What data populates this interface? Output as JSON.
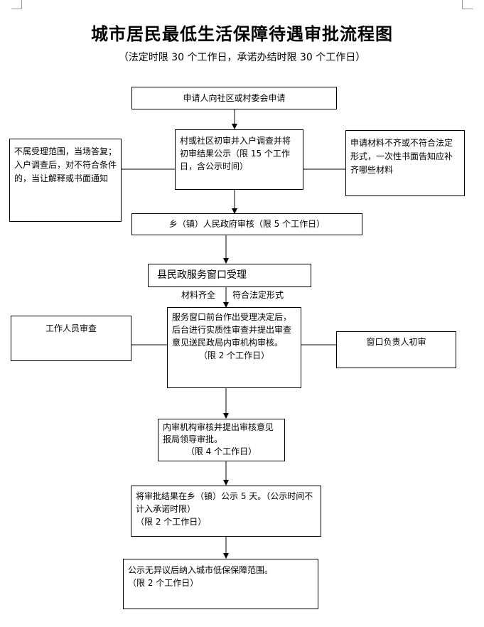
{
  "title": "城市居民最低生活保障待遇审批流程图",
  "subtitle": "（法定时限 30 个工作日，承诺办结时限 30 个工作日）",
  "steps": {
    "apply": "申请人向社区或村委会申请",
    "review": "村或社区初审并入户调查并将初审结果公示（限 15 个工作日，含公示时间）",
    "township": "乡（镇）人民政府审核（限 5 个工作日）",
    "window": "县民政服务窗口受理",
    "backoffice_main": "服务窗口前台作出受理决定后，后台进行实质性审查并提出审查意见送民政局内审机构审核。",
    "backoffice_limit": "（限 2 个工作日）",
    "internal_main": "内审机构审核并提出审核意见报局领导审批。",
    "internal_limit": "（限 4 个工作日）",
    "publicize_main": "将审批结果在乡（镇）公示 5 天。（公示时间不计入承诺时限）",
    "publicize_limit": "（限 2 个工作日）",
    "final_main": "公示无异议后纳入城市低保保障范围。",
    "final_limit": "（限 2 个工作日）"
  },
  "side_notes": {
    "reject": "不属受理范围，当场答复；入户调查后，对不符合条件的，当让解释或书面通知",
    "incomplete": "申请材料不齐或不符合法定形式，一次性书面告知应补齐哪些材料",
    "staff_review": "工作人员审查",
    "window_head": "窗口负责人初审"
  },
  "edge_labels": {
    "materials_complete": "材料齐全",
    "legal_form": "符合法定形式"
  }
}
